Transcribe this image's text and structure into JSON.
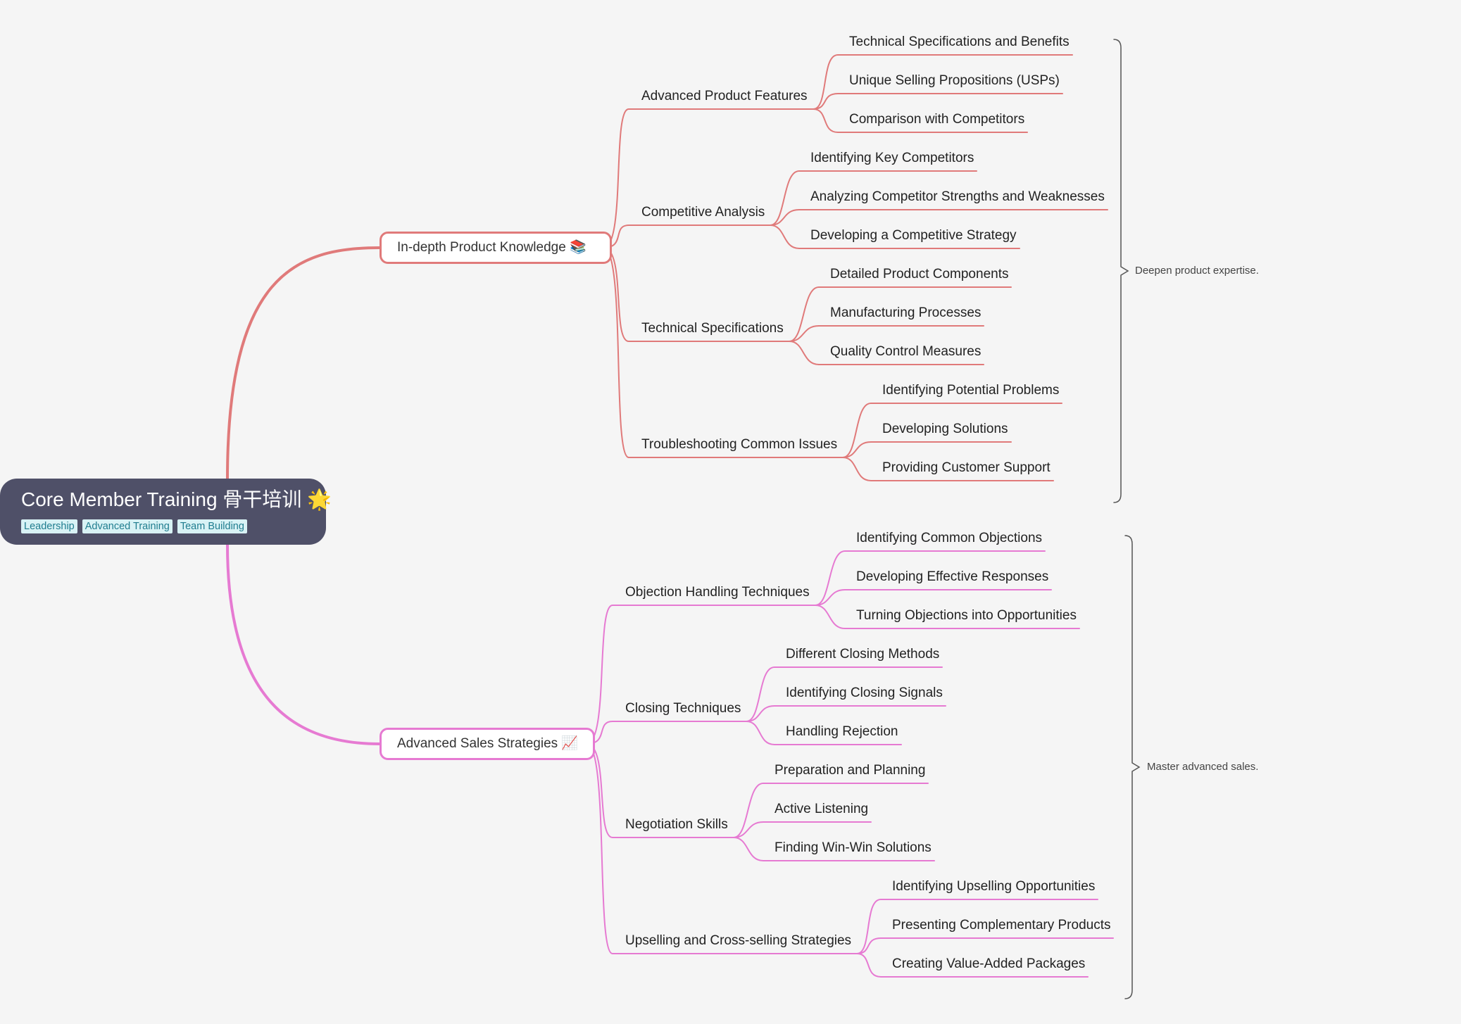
{
  "root": {
    "title": "Core Member Training 骨干培训 🌟",
    "tags": [
      "Leadership",
      "Advanced Training",
      "Team Building"
    ]
  },
  "branches": [
    {
      "label": "In-depth Product Knowledge 📚",
      "color": "#e07a7a",
      "summary": "Deepen product expertise.",
      "children": [
        {
          "label": "Advanced Product Features",
          "children": [
            "Technical Specifications and Benefits",
            "Unique Selling Propositions (USPs)",
            "Comparison with Competitors"
          ]
        },
        {
          "label": "Competitive Analysis",
          "children": [
            "Identifying Key Competitors",
            "Analyzing Competitor Strengths and Weaknesses",
            "Developing a Competitive Strategy"
          ]
        },
        {
          "label": "Technical Specifications",
          "children": [
            "Detailed Product Components",
            "Manufacturing Processes",
            "Quality Control Measures"
          ]
        },
        {
          "label": "Troubleshooting Common Issues",
          "children": [
            "Identifying Potential Problems",
            "Developing Solutions",
            "Providing Customer Support"
          ]
        }
      ]
    },
    {
      "label": "Advanced Sales Strategies 📈",
      "color": "#e67ad2",
      "summary": "Master advanced sales.",
      "children": [
        {
          "label": "Objection Handling Techniques",
          "children": [
            "Identifying Common Objections",
            "Developing Effective Responses",
            "Turning Objections into Opportunities"
          ]
        },
        {
          "label": "Closing Techniques",
          "children": [
            "Different Closing Methods",
            "Identifying Closing Signals",
            "Handling Rejection"
          ]
        },
        {
          "label": "Negotiation Skills",
          "children": [
            "Preparation and Planning",
            "Active Listening",
            "Finding Win-Win Solutions"
          ]
        },
        {
          "label": "Upselling and Cross-selling Strategies",
          "children": [
            "Identifying Upselling Opportunities",
            "Presenting Complementary Products",
            "Creating Value-Added Packages"
          ]
        }
      ]
    }
  ]
}
